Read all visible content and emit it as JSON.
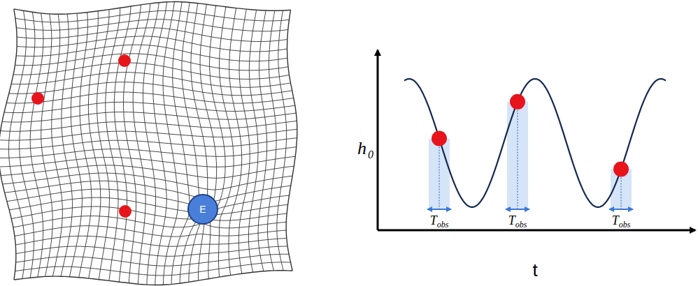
{
  "diagram": {
    "nodes": [
      {
        "text": [
          "E"
        ]
      }
    ],
    "labels": [
      "h",
      "0",
      "T",
      "obs",
      "T",
      "obs",
      "T",
      "obs",
      "t"
    ]
  }
}
